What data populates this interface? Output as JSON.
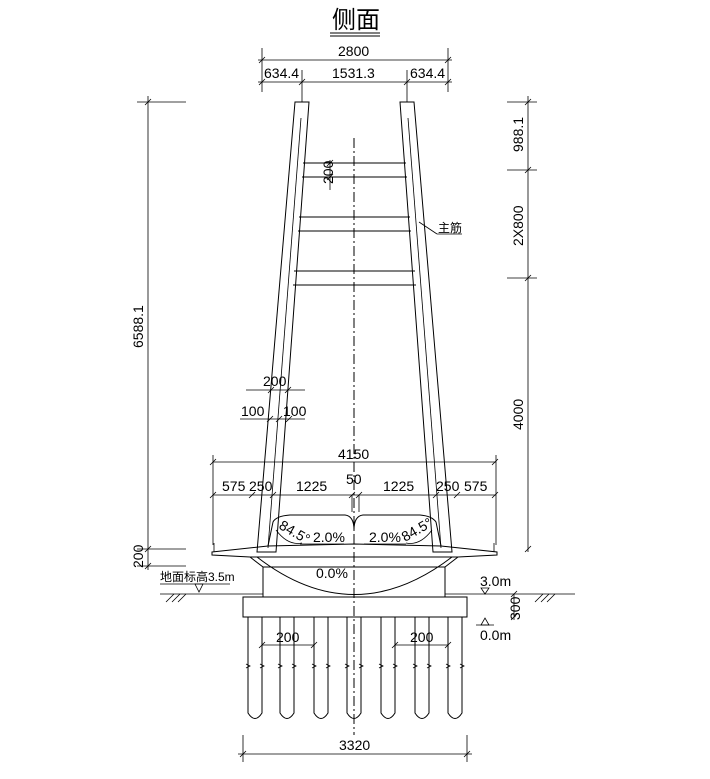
{
  "title": "侧面",
  "dims": {
    "top_total": "2800",
    "top_left": "634.4",
    "top_mid": "1531.3",
    "top_right": "634.4",
    "left_height": "6588.1",
    "left_base": "200",
    "right_top": "988.1",
    "right_mid": "2X800",
    "right_low": "4000",
    "right_found": "300",
    "tie_beam": "200",
    "leg_width": "200",
    "leg_left": "100",
    "leg_right": "100",
    "base_total": "4150",
    "base_a": "575",
    "base_b": "250",
    "base_c": "1225",
    "base_center": "50",
    "base_d": "1225",
    "base_e": "250",
    "base_f": "575",
    "angle_left": "84.5°",
    "angle_right": "84.5°",
    "slope_left": "2.0%",
    "slope_right": "2.0%",
    "slope_bottom": "0.0%",
    "pile_spacing_left": "200",
    "pile_spacing_right": "200",
    "pile_cap_width": "3320"
  },
  "labels": {
    "main_cable": "主筋",
    "ground_level": "地面标高3.5m",
    "elev_top": "3.0m",
    "elev_bottom": "0.0m"
  }
}
